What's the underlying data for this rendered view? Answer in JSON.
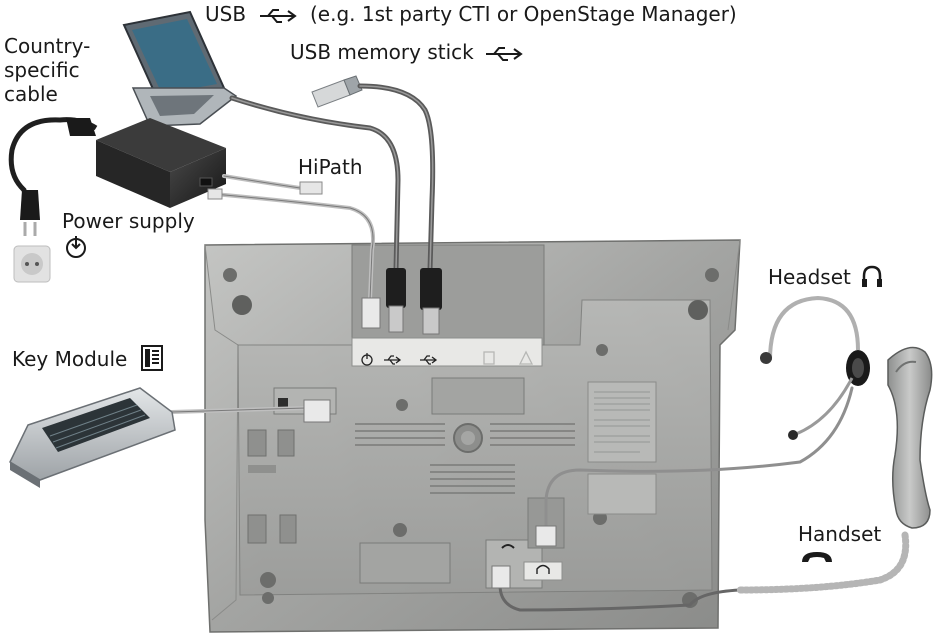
{
  "labels": {
    "usb": "USB",
    "usb_note": "(e.g. 1st party CTI or OpenStage Manager)",
    "usb_memory_stick": "USB memory stick",
    "country_cable": [
      "Country-",
      "specific",
      "cable"
    ],
    "hipath": "HiPath",
    "power_supply": "Power supply",
    "headset": "Headset",
    "key_module": "Key Module",
    "handset": "Handset"
  },
  "icons": {
    "usb": "usb-icon",
    "power": "power-icon",
    "headset": "headset-icon",
    "key_module": "key-module-icon",
    "handset": "handset-icon"
  },
  "colors": {
    "phone_body": "#a9aaa8",
    "phone_dark": "#6f706e",
    "cable": "#3a3a3a",
    "accent_display": "#7f8c95"
  }
}
